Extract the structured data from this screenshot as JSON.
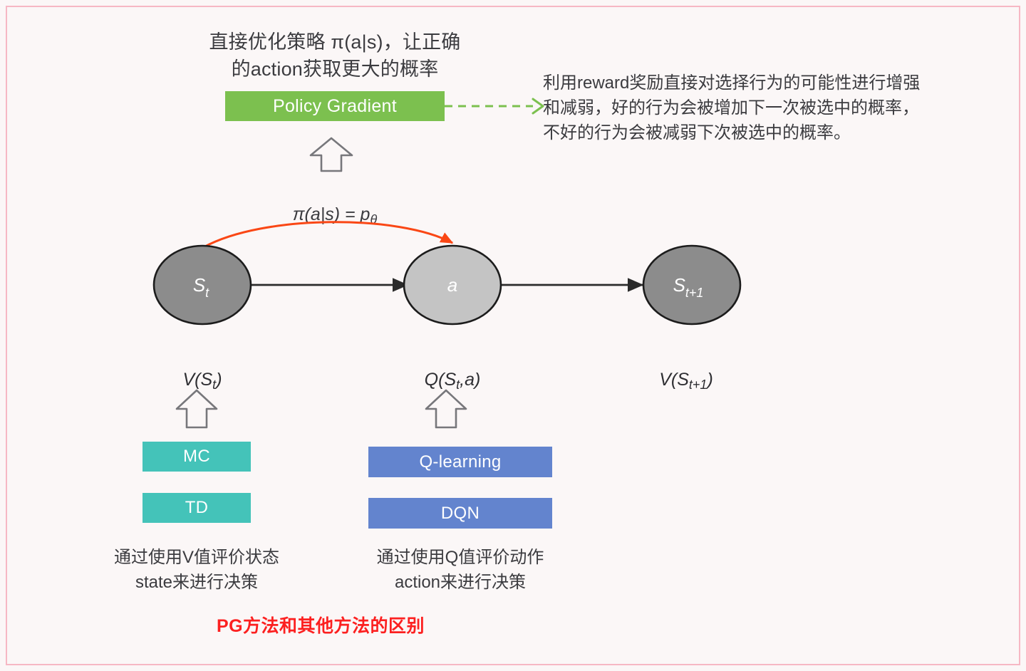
{
  "figure": {
    "title": "PG方法和其他方法的区别",
    "title_color": "#fc2020",
    "border_color": "#f6b8c4",
    "background_color": "#fbf7f7"
  },
  "policy_branch": {
    "headline": "直接优化策略 π(a|s)，让正确\n的action获取更大的概率",
    "box_label": "Policy Gradient",
    "box_color": "#7cc04f",
    "arrow_color": "#7cc04f",
    "formula": "π(a|s) = p",
    "formula_subscript": "θ",
    "note": "利用reward奖励直接对选择行为的可能性进行增强\n和减弱，好的行为会被增加下一次被选中的概率，\n不好的行为会被减弱下次被选中的概率。"
  },
  "graph": {
    "nodes": [
      {
        "id": "state-t",
        "text": "S",
        "subscript": "t",
        "fill": "#8c8c8c",
        "label": "V(S",
        "label_sub": "t",
        "label_tail": ")"
      },
      {
        "id": "action",
        "text": "a",
        "subscript": "",
        "fill": "#c4c4c4",
        "label": "Q(S",
        "label_sub": "t",
        "label_tail": ",a)"
      },
      {
        "id": "state-t-plus",
        "text": "S",
        "subscript": "t+1",
        "fill": "#8c8c8c",
        "label": "V(S",
        "label_sub": "t+1",
        "label_tail": ")"
      }
    ],
    "curved_arrow_color": "#fa4715",
    "straight_arrow_color": "#2b2b2b"
  },
  "value_branch": {
    "left": {
      "boxes": [
        {
          "label": "MC",
          "color": "#44c3b9"
        },
        {
          "label": "TD",
          "color": "#44c3b9"
        }
      ],
      "caption": "通过使用V值评价状态\nstate来进行决策"
    },
    "right": {
      "boxes": [
        {
          "label": "Q-learning",
          "color": "#6384ce"
        },
        {
          "label": "DQN",
          "color": "#6384ce"
        }
      ],
      "caption": "通过使用Q值评价动作\naction来进行决策"
    }
  }
}
